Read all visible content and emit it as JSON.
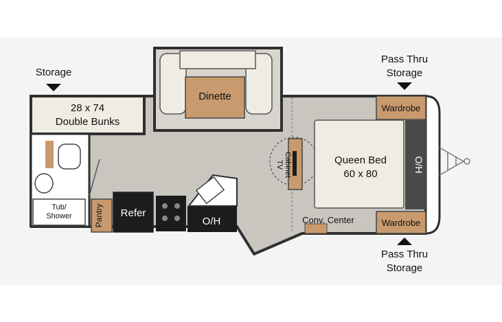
{
  "labels": {
    "storage_left": "Storage",
    "pass_thru_top_line1": "Pass Thru",
    "pass_thru_top_line2": "Storage",
    "pass_thru_bottom_line1": "Pass Thru",
    "pass_thru_bottom_line2": "Storage",
    "bunks_line1": "28 x 74",
    "bunks_line2": "Double Bunks",
    "dinette": "Dinette",
    "wardrobe_top": "Wardrobe",
    "wardrobe_bottom": "Wardrobe",
    "queen_bed_line1": "Queen Bed",
    "queen_bed_line2": "60 x 80",
    "oh_right": "O/H",
    "tv_cabinet_line1": "TV",
    "tv_cabinet_line2": "Cabinet",
    "conv_center": "Conv. Center",
    "tub_line1": "Tub/",
    "tub_line2": "Shower",
    "pantry": "Pantry",
    "refer": "Refer",
    "oh_kitchen": "O/H"
  },
  "colors": {
    "floor": "#c9c6bf",
    "walls": "#2f2f2f",
    "cabinet_wood": "#c89a6e",
    "cushion": "#efece3",
    "dark_appliance": "#1c1c1c",
    "background": "#f4f4f4"
  }
}
